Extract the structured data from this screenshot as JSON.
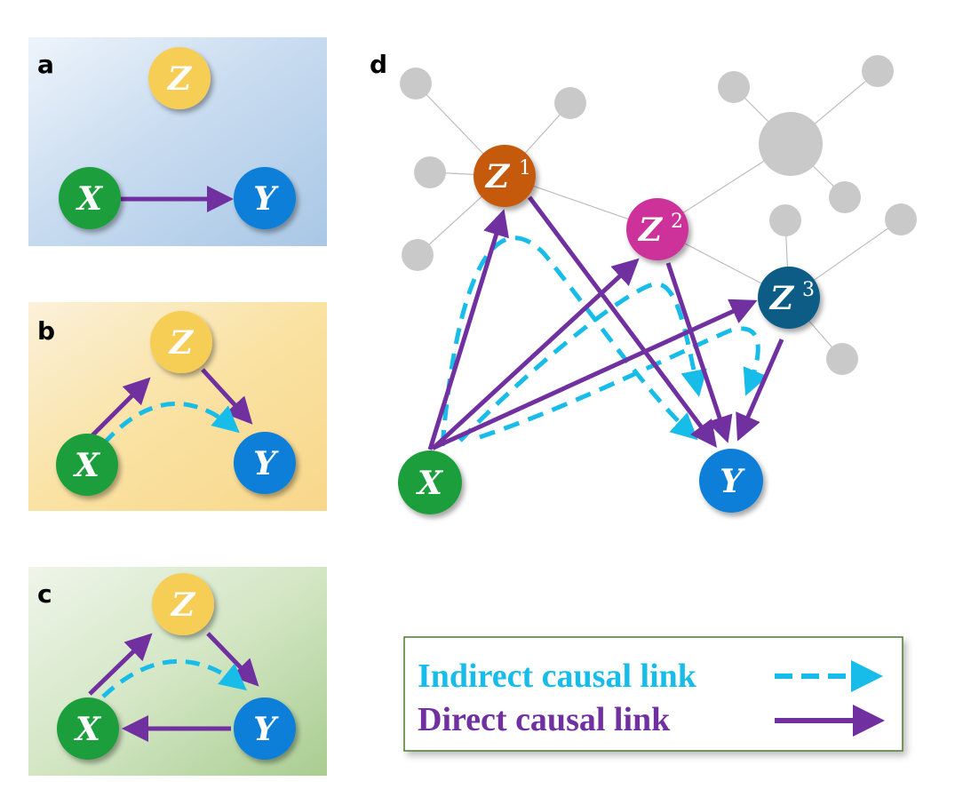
{
  "colors": {
    "direct": "#7030A0",
    "indirect": "#18BCE8",
    "node_x": "#1E9E3E",
    "node_y": "#0A7FD9",
    "node_z": "#F6CE56",
    "node_z1": "#C55A11",
    "node_z2": "#CC3399",
    "node_z3": "#0D5C85",
    "background_node": "#C9C9C9",
    "legend_border": "#4E7A2E"
  },
  "panels": {
    "a": {
      "label": "a",
      "nodes": {
        "z": "Z",
        "x": "X",
        "y": "Y"
      }
    },
    "b": {
      "label": "b",
      "nodes": {
        "z": "Z",
        "x": "X",
        "y": "Y"
      }
    },
    "c": {
      "label": "c",
      "nodes": {
        "z": "Z",
        "x": "X",
        "y": "Y"
      }
    },
    "d": {
      "label": "d",
      "nodes": {
        "z1": {
          "base": "Z",
          "sup": "1"
        },
        "z2": {
          "base": "Z",
          "sup": "2"
        },
        "z3": {
          "base": "Z",
          "sup": "3"
        },
        "x": "X",
        "y": "Y"
      }
    }
  },
  "legend": {
    "indirect": "Indirect causal link",
    "direct": "Direct causal link"
  }
}
